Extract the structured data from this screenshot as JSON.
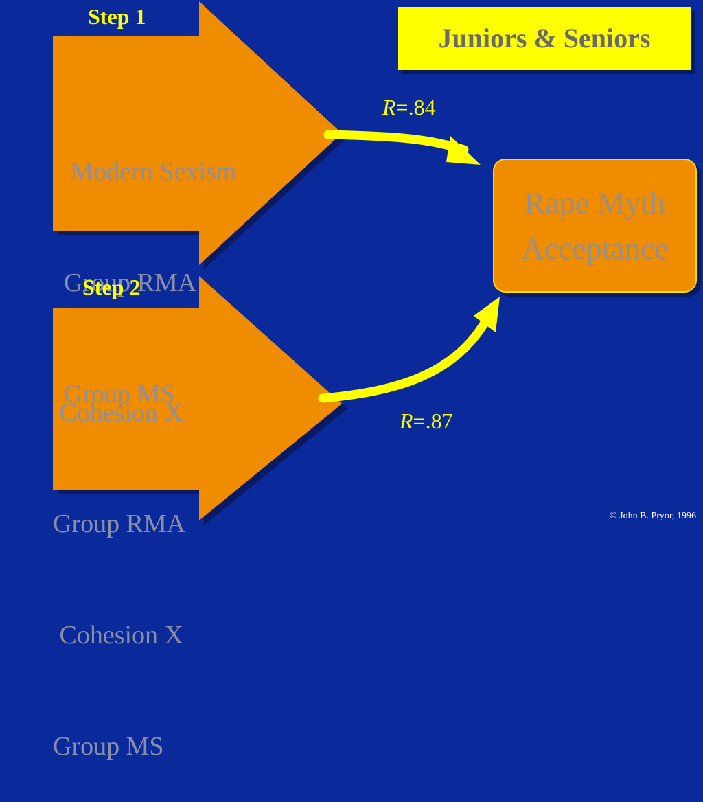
{
  "title": "Juniors & Seniors",
  "steps": [
    {
      "label": "Step 1",
      "lines": [
        " Modern Sexism",
        "Group RMA",
        "Group MS"
      ]
    },
    {
      "label": "Step 2",
      "lines": [
        " Cohesion X",
        "Group RMA",
        " Cohesion X",
        "Group MS"
      ]
    }
  ],
  "outcome": {
    "lines": [
      "Rape Myth",
      "Acceptance"
    ]
  },
  "paths": [
    {
      "symbol": "R",
      "value": "=.84"
    },
    {
      "symbol": "R",
      "value": "=.87"
    }
  ],
  "credit": "© John B. Pryor, 1996",
  "colors": {
    "background": "#0a2a9c",
    "arrow_fill": "#ef8c00",
    "accent": "#ffff00",
    "muted_text": "#8a8fa8"
  }
}
